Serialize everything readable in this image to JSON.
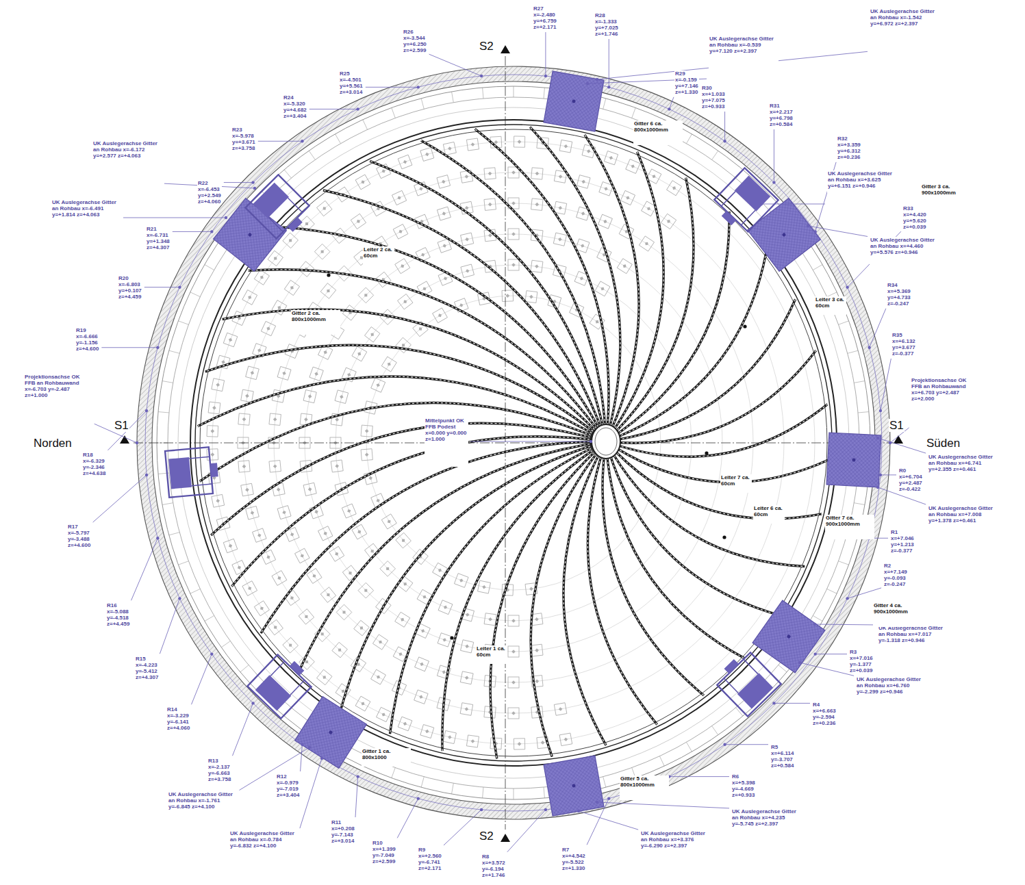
{
  "diagram": {
    "labels": [
      "S2",
      "S1",
      "S1",
      "S2",
      "Norden",
      "Süden",
      "R0 x=+6.704 y=+2.487 z=-0.422",
      "R1 x=+7.046 y=+1.213 z=-0.377",
      "R2 x=+7.149 y=-0.093 z=-0.247",
      "R3 x=+7.016 y=-1.377 z=+0.039",
      "R4 x=+6.663 y=-2.594 z=+0.236",
      "R5 x=+6.114 y=-3.707 z=+0.584",
      "R6 x=+5.398 y=-4.669 z=+0.933",
      "R7 x=+4.542 y=-5.522 z=+1.330",
      "R8 x=+3.572 y=-6.194 z=+1.746",
      "R9 x=+2.560 y=-6.741 z=+2.171",
      "R10 x=+1.399 y=-7.049 z=+2.599",
      "R11 x=+0.208 y=-7.143 z=+3.014",
      "R12 x=-0.979 y=-7.019 z=+3.404",
      "R13 x=-2.137 y=-6.663 z=+3.758",
      "R14 x=-3.229 y=-6.141 z=+4.060",
      "R15 x=-4.223 y=-5.412 z=+4.307",
      "R16 x=-5.088 y=-4.518 z=+4.459",
      "R17 x=-5.797 y=-3.488 z=+4.600",
      "R18 x=-6.329 y=-2.346 z=+4.638",
      "R19 x=-6.666 y=-1.156 z=+4.600",
      "R20 x=-6.803 y=+0.107 z=+4.459",
      "R21 x=-6.731 y=+1.348 z=+4.307",
      "R22 x=-6.453 y=+2.549 z=+4.060",
      "R23 x=-5.978 y=+3.671 z=+3.758",
      "R24 x=-5.320 y=+4.682 z=+3.404",
      "R25 x=-4.501 y=+5.561 z=+3.014",
      "R26 x=-3.544 y=+6.250 z=+2.599",
      "R27 x=-2.480 y=+6.759 z=+2.171",
      "R28 x=-1.333 y=+7.025 z=+1.746",
      "R29 x=-0.159 y=+7.146 z=+1.330",
      "R30 x=+1.033 y=+7.075 z=+0.933",
      "R31 x=+2.217 y=+6.798 z=+0.584",
      "R32 x=+3.359 y=+6.312 z=+0.236",
      "R33 x=+4.420 y=+5.620 z=+0.039",
      "R34 x=+5.369 y=+4.733 z=-0.247",
      "R35 x=+6.132 y=+3.677 z=-0.377",
      "Projektionsachse OK FFB an Rohbauwand x=-6.703 y=-2.487 z=+1.000",
      "Projektionsachse OK FFB an Rohbauwand x=+6.703 y=+2.487 z=+2.000",
      "Mittelpunkt OK FFB Podest x=0.000 y=0.000 z=1.000",
      "UK Auslegerachse Gitter an Rohbau x=-1.542 y=+6.972 z=+2.397",
      "UK Auslegerachse Gitter an Rohbau x=-0.539 y=+7.120 z=+2.397",
      "UK Auslegerachse Gitter an Rohbau x=-6.172 y=+2.577 z=+4.063",
      "UK Auslegerachse Gitter an Rohbau x=-6.491 y=+1.814 z=+4.063",
      "UK Auslegerachse Gitter an Rohbau x=+3.625 y=+6.151 z=+0.946",
      "UK Auslegerachse Gitter an Rohbau x=+4.460 y=+5.576 z=+0.946",
      "UK Auslegerachse Gitter an Rohbau x=+6.741 y=+2.355 z=+0.461",
      "UK Auslegerachse Gitter an Rohbau x=+7.008 y=+1.378 z=+0.461",
      "UK Auslegerachse Gitter an Rohbau x=+7.017 y=-1.318 z=+0.946",
      "UK Auslegerachse Gitter an Rohbau x=+6.760 y=-2.299 z=+0.946",
      "UK Auslegerachse Gitter an Rohbau x=+4.235 y=-5.745 z=+2.397",
      "UK Auslegerachse Gitter an Rohbau x=+3.376 y=-6.290 z=+2.397",
      "UK Auslegerachse Gitter an Rohbau x=-1.761 y=-6.845 z=+4.100",
      "UK Auslegerachse Gitter an Rohbau x=-0.784 y=-6.832 z=+4.100",
      "Gitter 6 ca. 800x1000mm",
      "Gitter 3 ca. 900x1000mm",
      "Leiter 2 ca. 60cm",
      "Leiter 3 ca. 60cm",
      "Gitter 2 ca. 800x1000mm",
      "Leiter 7 ca. 60cm",
      "Leiter 6 ca. 60cm",
      "Gitter 7 ca. 900x1000mm",
      "Gitter 4 ca. 900x1000mm",
      "Leiter 1 ca. 60cm",
      "Gitter 1 ca. 800x1000",
      "Gitter 5 ca. 800x1000mm"
    ]
  }
}
